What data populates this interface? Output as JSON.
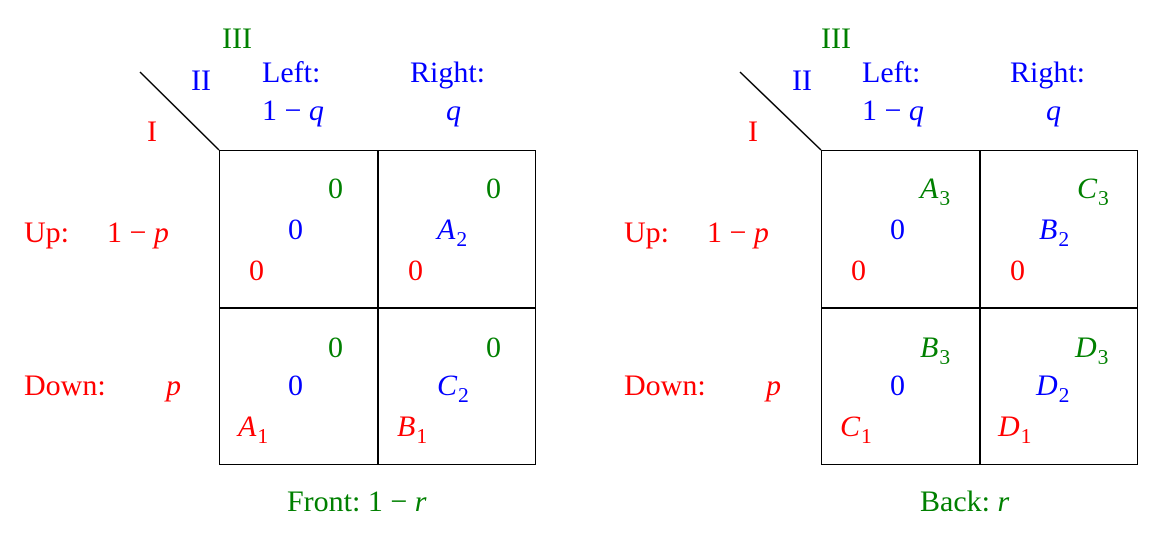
{
  "players": {
    "one": "I",
    "two": "II",
    "three": "III"
  },
  "columns": {
    "left": {
      "label": "Left:",
      "prob": "1 − q"
    },
    "right": {
      "label": "Right:",
      "prob": "q"
    }
  },
  "rows": {
    "up": {
      "label": "Up:",
      "prob": "1 − p"
    },
    "down": {
      "label": "Down:",
      "prob": "p"
    }
  },
  "front": {
    "caption_label": "Front:",
    "caption_prob": "1 − r",
    "cells": {
      "up_left": {
        "p1": "0",
        "p2": "0",
        "p3": "0"
      },
      "up_right": {
        "p1": "0",
        "p2": "A2",
        "p3": "0"
      },
      "down_left": {
        "p1": "A1",
        "p2": "0",
        "p3": "0"
      },
      "down_right": {
        "p1": "B1",
        "p2": "C2",
        "p3": "0"
      }
    }
  },
  "back": {
    "caption_label": "Back:",
    "caption_prob": "r",
    "cells": {
      "up_left": {
        "p1": "0",
        "p2": "0",
        "p3": "A3"
      },
      "up_right": {
        "p1": "0",
        "p2": "B2",
        "p3": "C3"
      },
      "down_left": {
        "p1": "C1",
        "p2": "0",
        "p3": "B3"
      },
      "down_right": {
        "p1": "D1",
        "p2": "D2",
        "p3": "D3"
      }
    }
  },
  "colors": {
    "player1": "#ff0000",
    "player2": "#0000ff",
    "player3": "#008000",
    "lines": "#000000"
  }
}
